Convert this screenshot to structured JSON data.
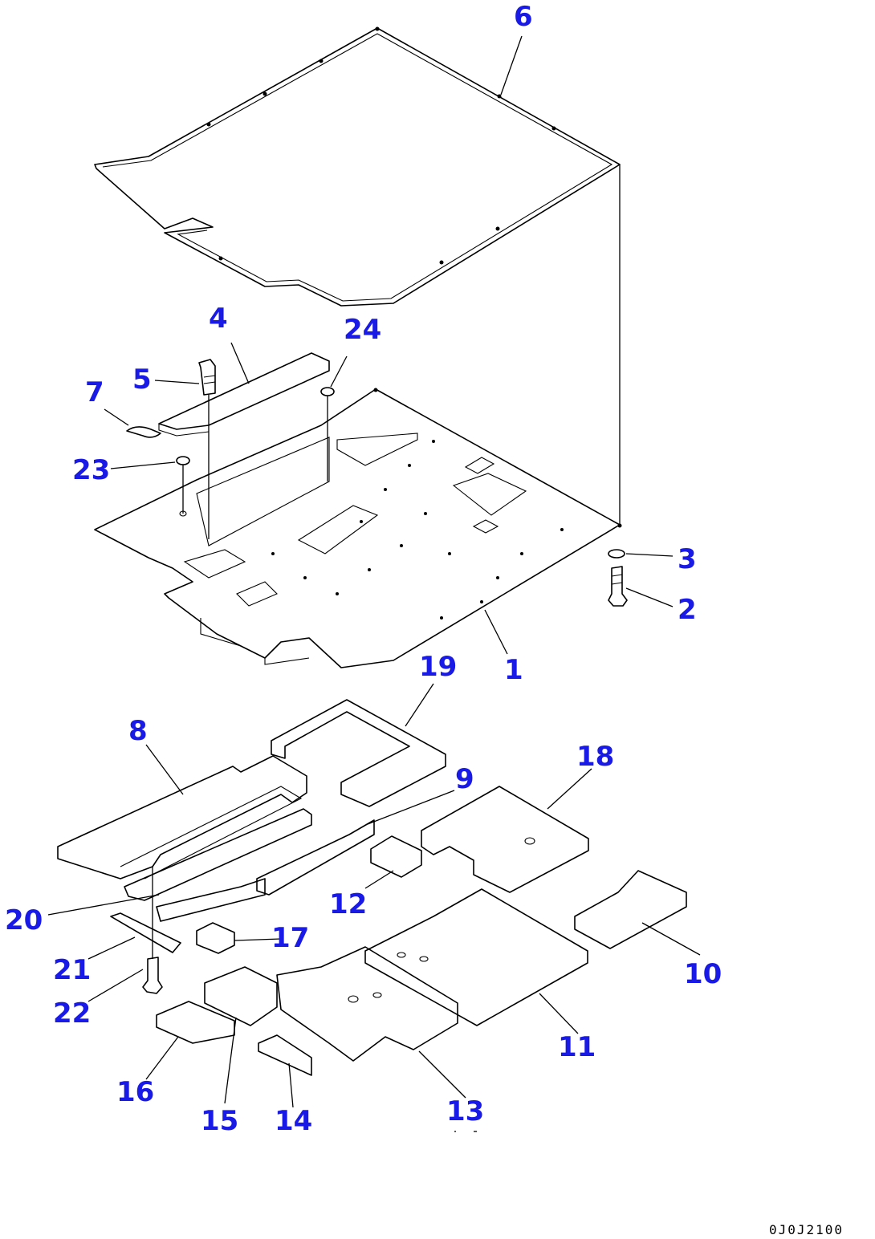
{
  "callouts": {
    "c1": "1",
    "c2": "2",
    "c3": "3",
    "c4": "4",
    "c5": "5",
    "c6": "6",
    "c7": "7",
    "c8": "8",
    "c9": "9",
    "c10": "10",
    "c11": "11",
    "c12": "12",
    "c13": "13",
    "c14": "14",
    "c15": "15",
    "c16": "16",
    "c17": "17",
    "c18": "18",
    "c19": "19",
    "c20": "20",
    "c21": "21",
    "c22": "22",
    "c23": "23",
    "c24": "24"
  },
  "drawing_code": "0J0J2100",
  "colors": {
    "callout": "#1a1ae6",
    "line": "#000000",
    "background": "#ffffff"
  }
}
